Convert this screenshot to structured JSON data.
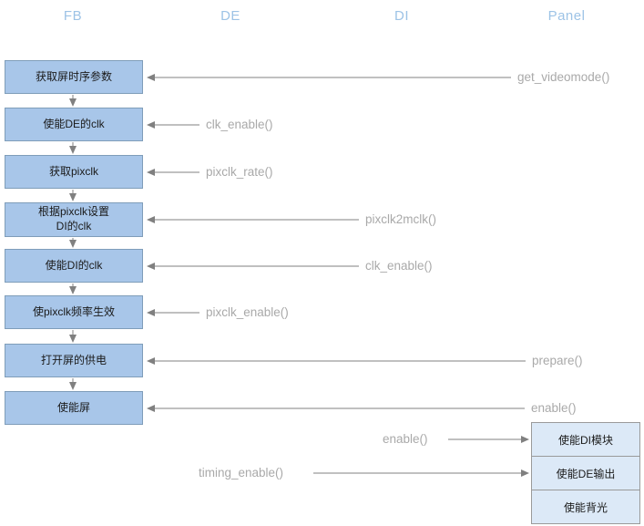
{
  "columns": [
    {
      "label": "FB"
    },
    {
      "label": "DE"
    },
    {
      "label": "DI"
    },
    {
      "label": "Panel"
    }
  ],
  "fb_steps": [
    {
      "label": "获取屏时序参数"
    },
    {
      "label": "使能DE的clk"
    },
    {
      "label": "获取pixclk"
    },
    {
      "label": "根据pixclk设置\nDI的clk"
    },
    {
      "label": "使能DI的clk"
    },
    {
      "label": "使pixclk频率生效"
    },
    {
      "label": "打开屏的供电"
    },
    {
      "label": "使能屏"
    }
  ],
  "panel_steps": [
    {
      "label": "使能DI模块"
    },
    {
      "label": "使能DE输出"
    },
    {
      "label": "使能背光"
    }
  ],
  "calls": [
    {
      "label": "get_videomode()",
      "arrow": "left",
      "target": "获取屏时序参数"
    },
    {
      "label": "clk_enable()",
      "arrow": "left",
      "target": "使能DE的clk"
    },
    {
      "label": "pixclk_rate()",
      "arrow": "left",
      "target": "获取pixclk"
    },
    {
      "label": "pixclk2mclk()",
      "arrow": "left",
      "target": "根据pixclk设置DI的clk"
    },
    {
      "label": "clk_enable()",
      "arrow": "left",
      "target": "使能DI的clk"
    },
    {
      "label": "pixclk_enable()",
      "arrow": "left",
      "target": "使pixclk频率生效"
    },
    {
      "label": "prepare()",
      "arrow": "left",
      "target": "打开屏的供电"
    },
    {
      "label": "enable()",
      "arrow": "left",
      "target": "使能屏"
    },
    {
      "label": "enable()",
      "arrow": "right",
      "target": "使能DI模块"
    },
    {
      "label": "timing_enable()",
      "arrow": "right",
      "target": "使能DE输出"
    }
  ],
  "colors": {
    "header_text": "#9DC3E6",
    "box_fill": "#A8C6E9",
    "box_border": "#7F9DB9",
    "box_text": "#1A1A1A",
    "panel_fill": "#DCE9F7",
    "panel_border": "#9A9A9A",
    "arrow": "#808080",
    "label_text": "#A9A9A9"
  }
}
